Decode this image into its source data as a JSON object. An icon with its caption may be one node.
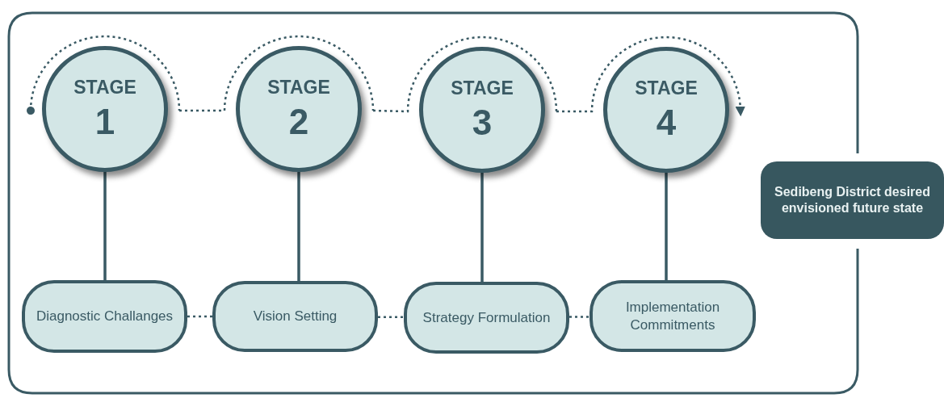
{
  "diagram": {
    "nodes": [
      {
        "text": [
          "STAGE",
          "1"
        ]
      },
      {
        "text": [
          "STAGE",
          "2"
        ]
      },
      {
        "text": [
          "STAGE",
          "3"
        ]
      },
      {
        "text": [
          "STAGE",
          "4"
        ]
      },
      {
        "text": [
          "Diagnostic Challanges"
        ]
      },
      {
        "text": [
          "Vision Setting"
        ]
      },
      {
        "text": [
          "Strategy Formulation"
        ]
      },
      {
        "text": [
          "Implementation Commitments"
        ]
      },
      {
        "text": [
          "Sedibeng District desired envisioned future state"
        ]
      }
    ],
    "edges": [
      {
        "from": null,
        "to": 0,
        "arrow": "other",
        "style": "dashed"
      },
      {
        "from": 0,
        "to": 1,
        "arrow": "none",
        "style": "dashed"
      },
      {
        "from": 1,
        "to": 2,
        "arrow": "none",
        "style": "dashed"
      },
      {
        "from": 2,
        "to": 3,
        "arrow": "to",
        "style": "dashed"
      },
      {
        "from": 0,
        "to": 4,
        "arrow": "none"
      },
      {
        "from": 1,
        "to": 5,
        "arrow": "none"
      },
      {
        "from": 2,
        "to": 6,
        "arrow": "none"
      },
      {
        "from": 3,
        "to": 7,
        "arrow": "none"
      },
      {
        "from": 4,
        "to": 5,
        "arrow": "none",
        "style": "dashed"
      },
      {
        "from": 5,
        "to": 6,
        "arrow": "none",
        "style": "dashed"
      },
      {
        "from": 6,
        "to": 7,
        "arrow": "none",
        "style": "dashed"
      }
    ]
  }
}
